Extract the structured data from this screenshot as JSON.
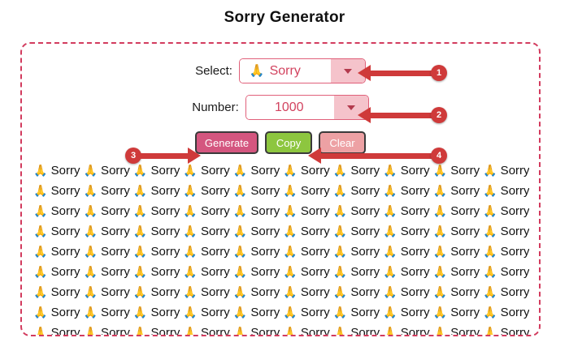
{
  "page": {
    "title": "Sorry Generator"
  },
  "form": {
    "select_label": "Select:",
    "select_value": "Sorry",
    "select_emoji": "🙏",
    "select_chevron_icon": "chevron-down-icon",
    "number_label": "Number:",
    "number_value": "1000",
    "number_chevron_icon": "chevron-down-icon"
  },
  "buttons": {
    "generate": "Generate",
    "copy": "Copy",
    "clear": "Clear"
  },
  "output": {
    "item_emoji": "🙏",
    "item_text": "Sorry",
    "items_per_row": 10,
    "visible_rows": 9
  },
  "annotations": {
    "badges": [
      {
        "label": "1",
        "target": "select-control"
      },
      {
        "label": "2",
        "target": "number-control"
      },
      {
        "label": "3",
        "target": "generate-button"
      },
      {
        "label": "4",
        "target": "copy-button"
      }
    ]
  },
  "colors": {
    "accent_pink": "#d2435f",
    "panel_border": "#d23b5e",
    "select_arrow_bg": "#f5c3cb",
    "generate_bg": "#d4567f",
    "copy_bg": "#8dc63f",
    "clear_bg": "#eda1a4",
    "callout_red": "#cf3a3a",
    "page_bg": "#ffffff"
  }
}
